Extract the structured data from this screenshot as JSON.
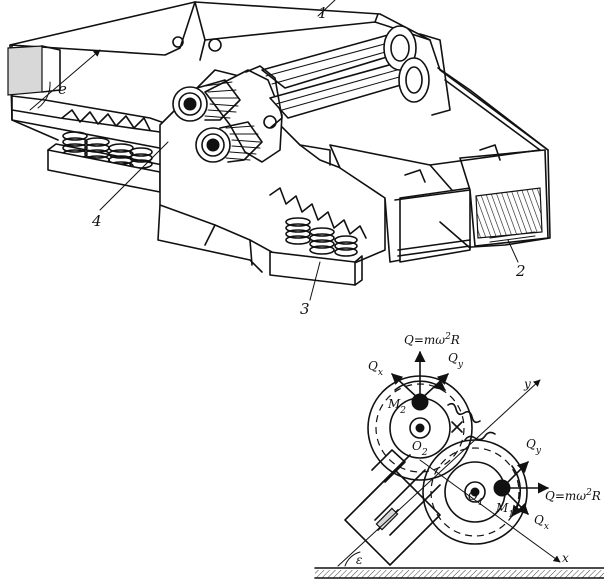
{
  "machine": {
    "callouts": [
      "1",
      "2",
      "3",
      "4"
    ],
    "angle_symbol": "e"
  },
  "scheme": {
    "force_top": "Q=mω",
    "force_top_sup": "2",
    "force_top_end": "R",
    "force_right": "Q=mω",
    "force_right_sup": "2",
    "force_right_end": "R",
    "qx_top": "Q",
    "qx_top_sub": "x",
    "qy_top": "Q",
    "qy_top_sub": "y",
    "qy_right": "Q",
    "qy_right_sub": "y",
    "qx_right": "Q",
    "qx_right_sub": "x",
    "m2": "M",
    "m2_sub": "2",
    "m1": "M",
    "m1_sub": "1",
    "o2": "O",
    "o2_sub": "2",
    "o1": "O",
    "o1_sub": "1",
    "axis_x": "x",
    "axis_y": "y",
    "angle": "ε"
  }
}
